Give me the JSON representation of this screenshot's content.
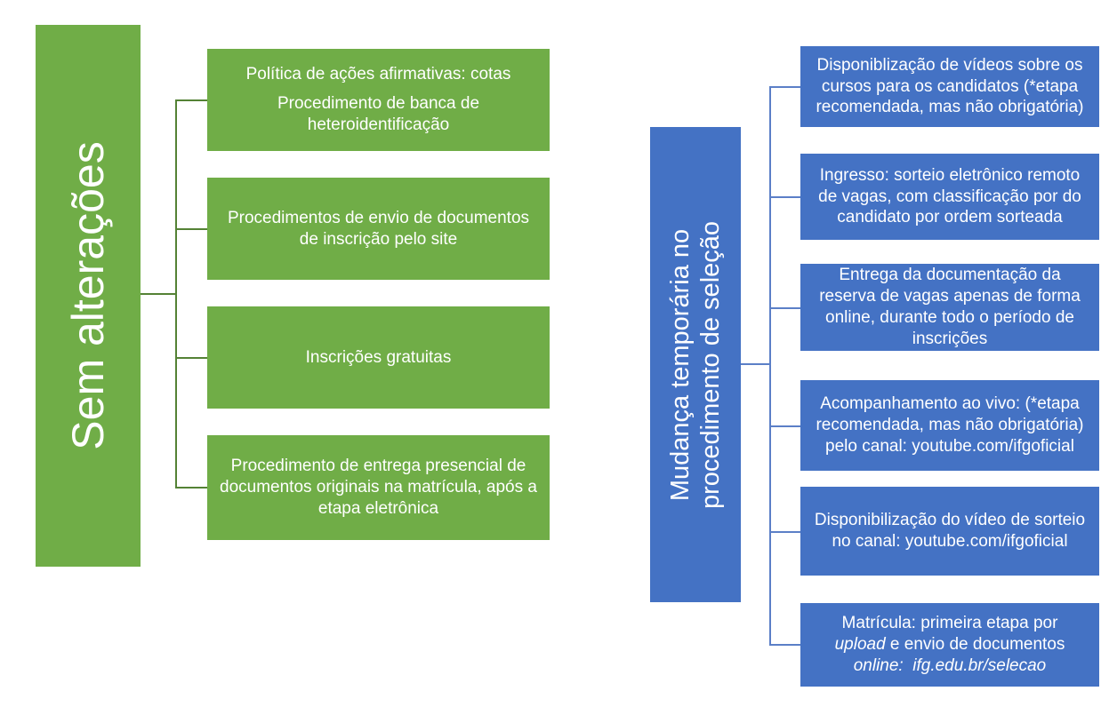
{
  "colors": {
    "background": "#FFFFFF",
    "green_fill": "#70AD47",
    "green_line": "#548235",
    "blue_fill": "#4472C4",
    "blue_line": "#5B7FC7",
    "text": "#FFFFFF"
  },
  "left": {
    "bar_label": "Sem alterações",
    "box1": {
      "para1": "Política de ações afirmativas: cotas",
      "para2": "Procedimento de banca de heteroidentificação"
    },
    "box2": "Procedimentos de envio de documentos de inscrição pelo site",
    "box3": "Inscrições gratuitas",
    "box4": "Procedimento de entrega presencial de documentos originais na matrícula, após a etapa eletrônica"
  },
  "right": {
    "bar_label_line1": "Mudança temporária no",
    "bar_label_line2": "procedimento de seleção",
    "box1": "Disponiblização de vídeos sobre os cursos para os candidatos (*etapa recomendada, mas não obrigatória)",
    "box2": "Ingresso: sorteio eletrônico remoto de vagas, com classificação por do candidato por ordem sorteada",
    "box3": "Entrega da documentação da reserva de vagas apenas de forma online, durante todo o período de inscrições",
    "box4": "Acompanhamento ao vivo: (*etapa recomendada, mas não obrigatória) pelo canal: youtube.com/ifgoficial",
    "box5": "Disponibilização do vídeo de sorteio no canal: youtube.com/ifgoficial",
    "box6": {
      "line1": "Matrícula: primeira etapa por",
      "line2_italic": "upload",
      "line2_rest": " e envio de documentos",
      "line3_italic": "online:  ifg.edu.br/selecao"
    }
  }
}
